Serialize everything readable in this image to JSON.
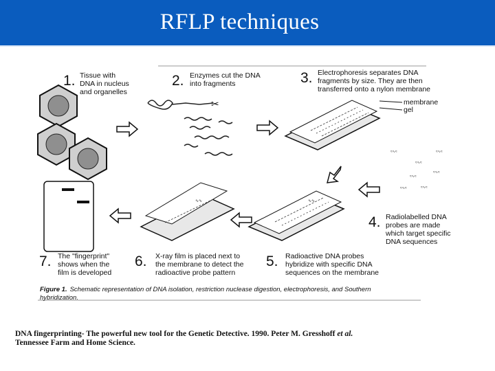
{
  "slide": {
    "title": "RFLP techniques"
  },
  "steps": [
    {
      "num": "1.",
      "lines": [
        "Tissue with",
        "DNA in nucleus",
        "and organelles"
      ]
    },
    {
      "num": "2.",
      "lines": [
        "Enzymes cut the DNA",
        "into fragments"
      ]
    },
    {
      "num": "3.",
      "lines": [
        "Electrophoresis separates DNA",
        "fragments by size.  They are then",
        "transferred onto a nylon membrane"
      ]
    },
    {
      "num": "4.",
      "lines": [
        "Radiolabelled DNA",
        "probes are made",
        "which target specific",
        "DNA sequences"
      ]
    },
    {
      "num": "5.",
      "lines": [
        "Radioactive DNA probes",
        "hybridize with specific DNA",
        "sequences on the membrane"
      ]
    },
    {
      "num": "6.",
      "lines": [
        "X-ray film is placed next to",
        "the membrane to detect the",
        "radioactive probe pattern"
      ]
    },
    {
      "num": "7.",
      "lines": [
        "The \"fingerprint\"",
        "shows when the",
        "film is developed"
      ]
    }
  ],
  "labels": {
    "membrane": "membrane",
    "gel": "gel"
  },
  "caption": {
    "lead": "Figure 1.",
    "line1": "Schematic representation of DNA isolation, restriction nuclease digestion, electrophoresis, and Southern",
    "line2": "hybridization."
  },
  "citation": {
    "part1": "DNA fingerprinting- The powerful new tool for the Genetic Detective. 1990. Peter M. Gresshoff ",
    "etal": "et al.",
    "line2": "Tennessee Farm and Home Science."
  }
}
